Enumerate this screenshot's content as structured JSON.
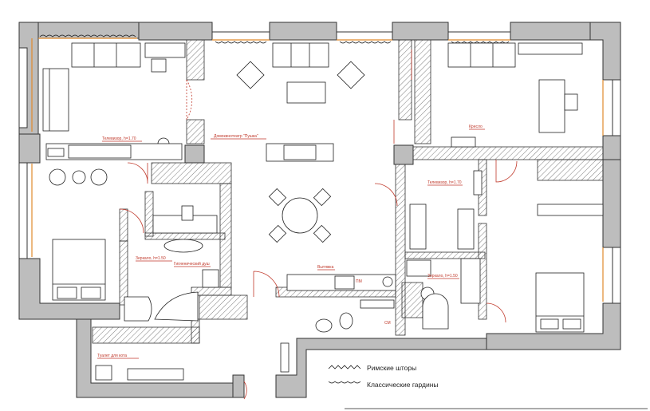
{
  "labels": {
    "tv1": "Телевизор, h=1.70",
    "tv2": "Телевизор, h=1.70",
    "speaker": "Домокинотеатр \"Пушка\"",
    "armchair": "Кресло",
    "mirror1": "Зеркало, h=1.50",
    "mirror2": "Зеркало, h=1.50",
    "shower": "Гигиенический душ",
    "cat_toilet": "Туалет для кота",
    "dryer": "Вытяжка",
    "pm": "ПМ",
    "sm": "СМ"
  },
  "legend": {
    "roman_blinds": "Римские шторы",
    "classic_curtains": "Классические гардины"
  },
  "colors": {
    "wall": "#bdbdbd",
    "outline": "#222222",
    "annotation": "#c0392b",
    "curtain": "#e08a2c"
  }
}
